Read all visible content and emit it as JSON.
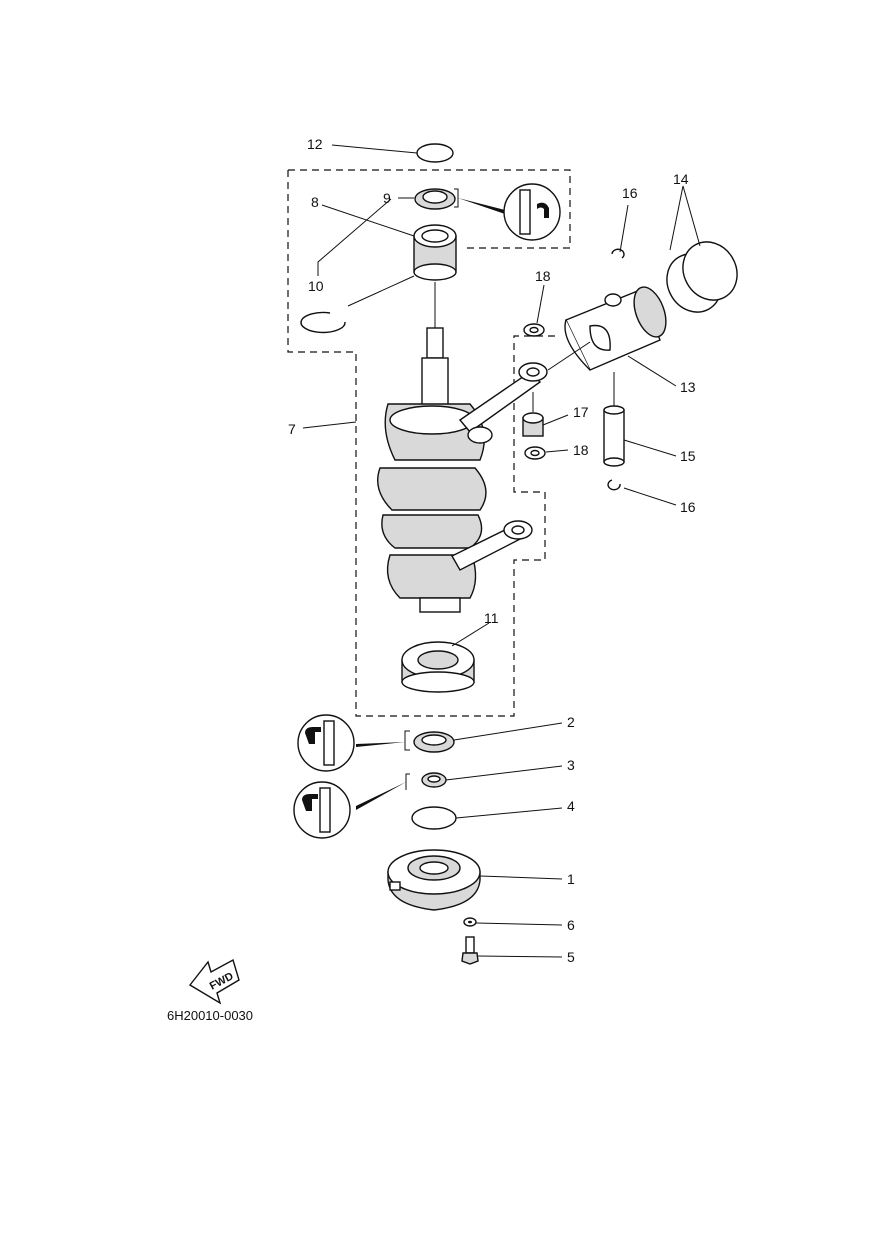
{
  "callouts": {
    "c1": "1",
    "c2": "2",
    "c3": "3",
    "c4": "4",
    "c5": "5",
    "c6": "6",
    "c7": "7",
    "c8": "8",
    "c9": "9",
    "c10": "10",
    "c11": "11",
    "c12": "12",
    "c13": "13",
    "c14": "14",
    "c15": "15",
    "c16a": "16",
    "c16b": "16",
    "c17": "17",
    "c18a": "18",
    "c18b": "18"
  },
  "fwd_label": "FWD",
  "diagram_code": "6H20010-0030",
  "icons": [
    "grease-application-icon",
    "forward-direction-icon"
  ]
}
